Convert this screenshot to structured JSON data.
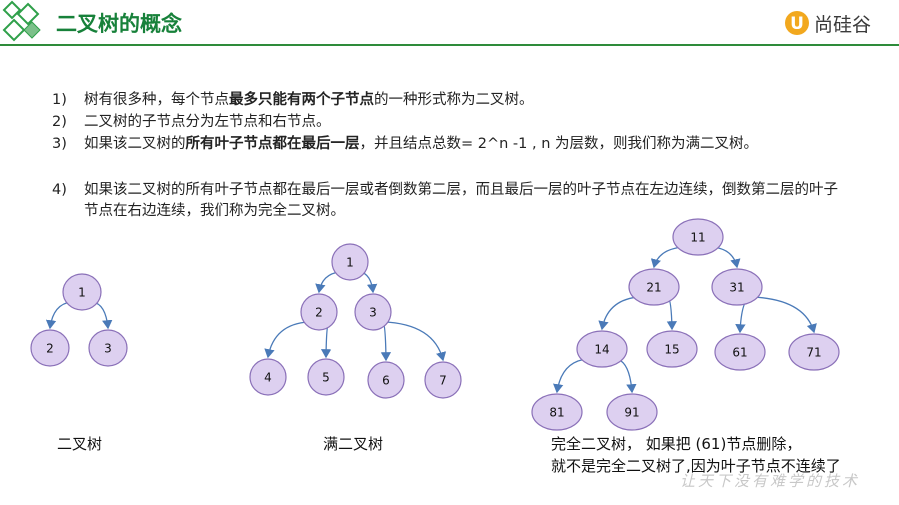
{
  "header": {
    "title": "二叉树的概念",
    "logo_text": "尚硅谷",
    "logo_letter": "U",
    "accent_color": "#17813a",
    "logo_icon": "u-logo-icon",
    "corner_icon": "diamond-corner-icon"
  },
  "items": [
    {
      "num": "1)",
      "parts": [
        [
          "n",
          "树有很多种，每个节点"
        ],
        [
          "b",
          "最多只能有两个子节点"
        ],
        [
          "n",
          "的一种形式称为二叉树。"
        ]
      ]
    },
    {
      "num": "2)",
      "parts": [
        [
          "n",
          "二叉树的子节点分为左节点和右节点。"
        ]
      ]
    },
    {
      "num": "3)",
      "parts": [
        [
          "n",
          "如果该二叉树的"
        ],
        [
          "b",
          "所有叶子节点都在最后一层"
        ],
        [
          "n",
          "，并且结点总数= 2^n -1 , n 为层数，则我们称为满二叉树。"
        ]
      ]
    },
    {
      "num": "4)",
      "parts": [
        [
          "n",
          "如果该二叉树的所有叶子节点都在最后一层或者倒数第二层，而且最后一层的叶子节点在左边连续，倒数第二层的叶子节点在右边连续，我们称为完全二叉树。"
        ]
      ]
    }
  ],
  "trees": {
    "binary": {
      "caption": "二叉树",
      "nodes": [
        "1",
        "2",
        "3"
      ]
    },
    "full": {
      "caption": "满二叉树",
      "nodes": [
        "1",
        "2",
        "3",
        "4",
        "5",
        "6",
        "7"
      ]
    },
    "complete": {
      "caption_line1": "完全二叉树， 如果把 (61)节点删除，",
      "caption_line2": "就不是完全二叉树了,因为叶子节点不连续了",
      "nodes": [
        "11",
        "21",
        "31",
        "14",
        "15",
        "61",
        "71",
        "81",
        "91"
      ]
    }
  },
  "node_fill": "#ddd0f0",
  "node_stroke": "#8a70b8",
  "edge_color": "#4a7ab8",
  "watermark": "让天下没有难学的技术"
}
